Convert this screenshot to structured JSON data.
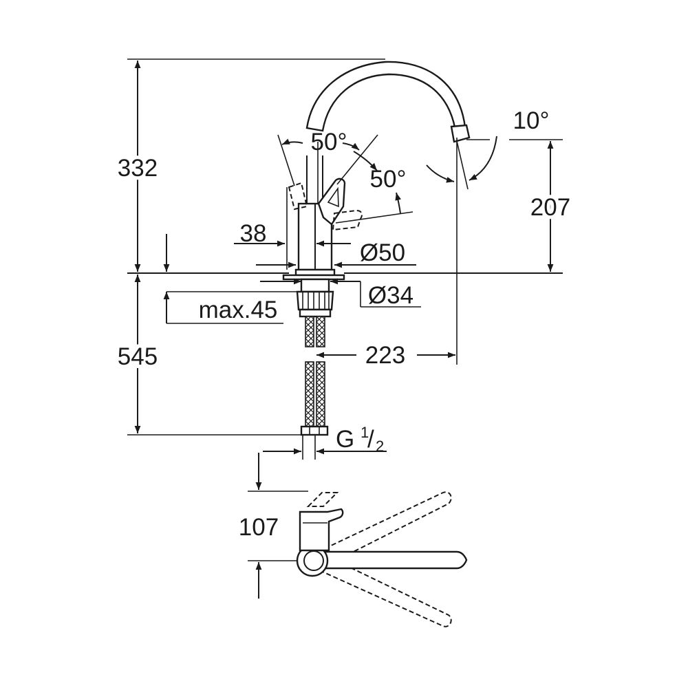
{
  "dimensions": {
    "total_height_above_deck": "332",
    "spout_outlet_height": "207",
    "spout_reach": "223",
    "below_deck_length": "545",
    "handle_swing_up": "50°",
    "handle_swing_side": "50°",
    "spout_angle": "10°",
    "body_offset": "38",
    "body_diameter": "Ø50",
    "hole_diameter": "Ø34",
    "max_deck_thickness": "max.45",
    "connection_thread": "G",
    "connection_thread_fraction_num": "1",
    "connection_thread_fraction_den": "2",
    "plan_handle_offset": "107"
  }
}
